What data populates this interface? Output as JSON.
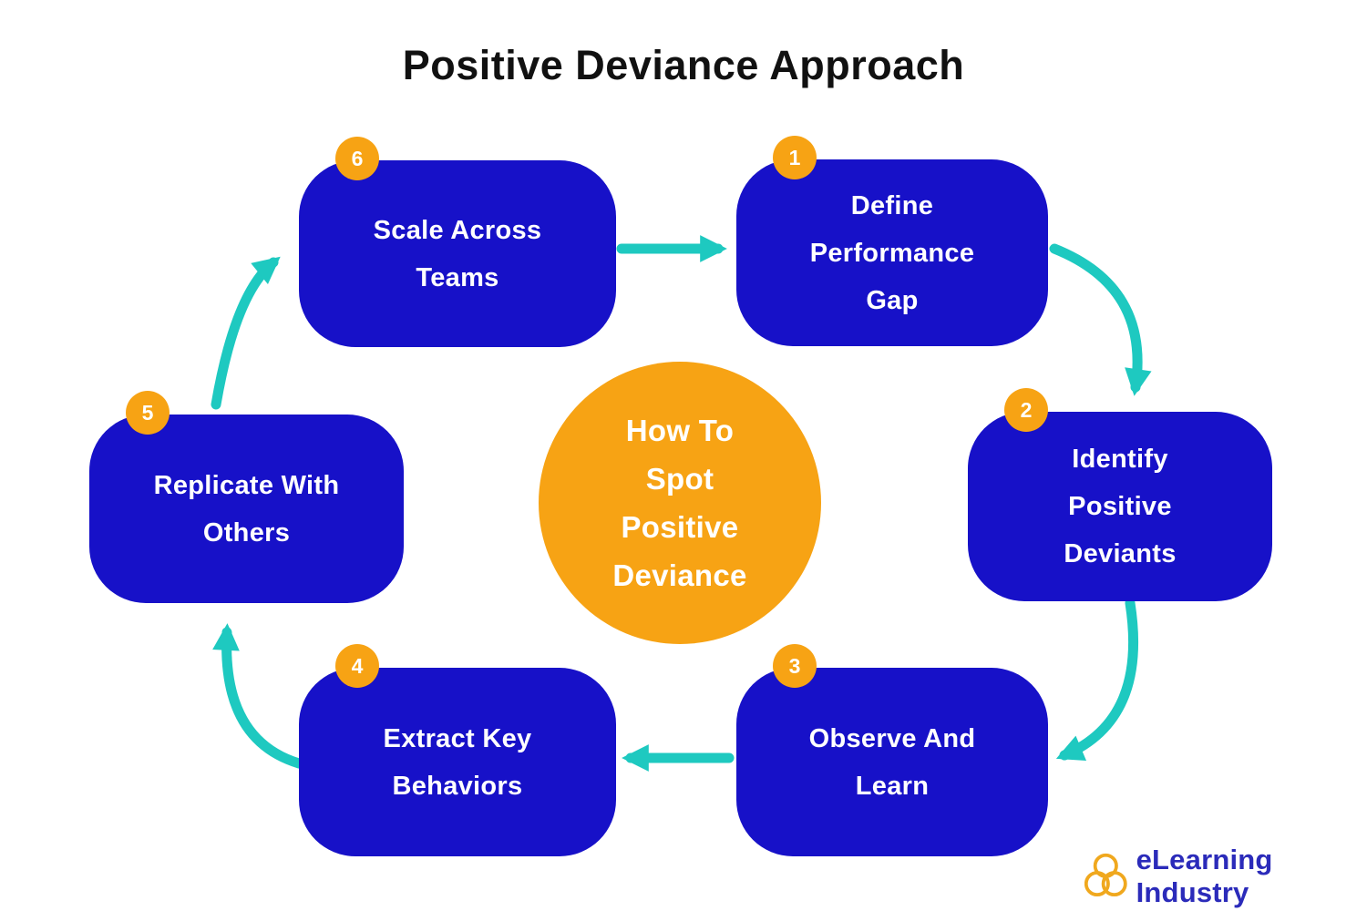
{
  "title": "Positive Deviance Approach",
  "center": {
    "text": "How To\nSpot\nPositive\nDeviance"
  },
  "steps": [
    {
      "number": "1",
      "label": "Define\nPerformance\nGap"
    },
    {
      "number": "2",
      "label": "Identify\nPositive\nDeviants"
    },
    {
      "number": "3",
      "label": "Observe And\nLearn"
    },
    {
      "number": "4",
      "label": "Extract Key\nBehaviors"
    },
    {
      "number": "5",
      "label": "Replicate With\nOthers"
    },
    {
      "number": "6",
      "label": "Scale Across\nTeams"
    }
  ],
  "logo": {
    "text": "eLearning Industry"
  },
  "colors": {
    "box_blue": "#1711C8",
    "accent_orange": "#F7A314",
    "arrow_teal": "#1EC9C0",
    "logo_ring_gold": "#F0A81E",
    "logo_text_blue": "#2B2BBA",
    "title_black": "#111111"
  }
}
